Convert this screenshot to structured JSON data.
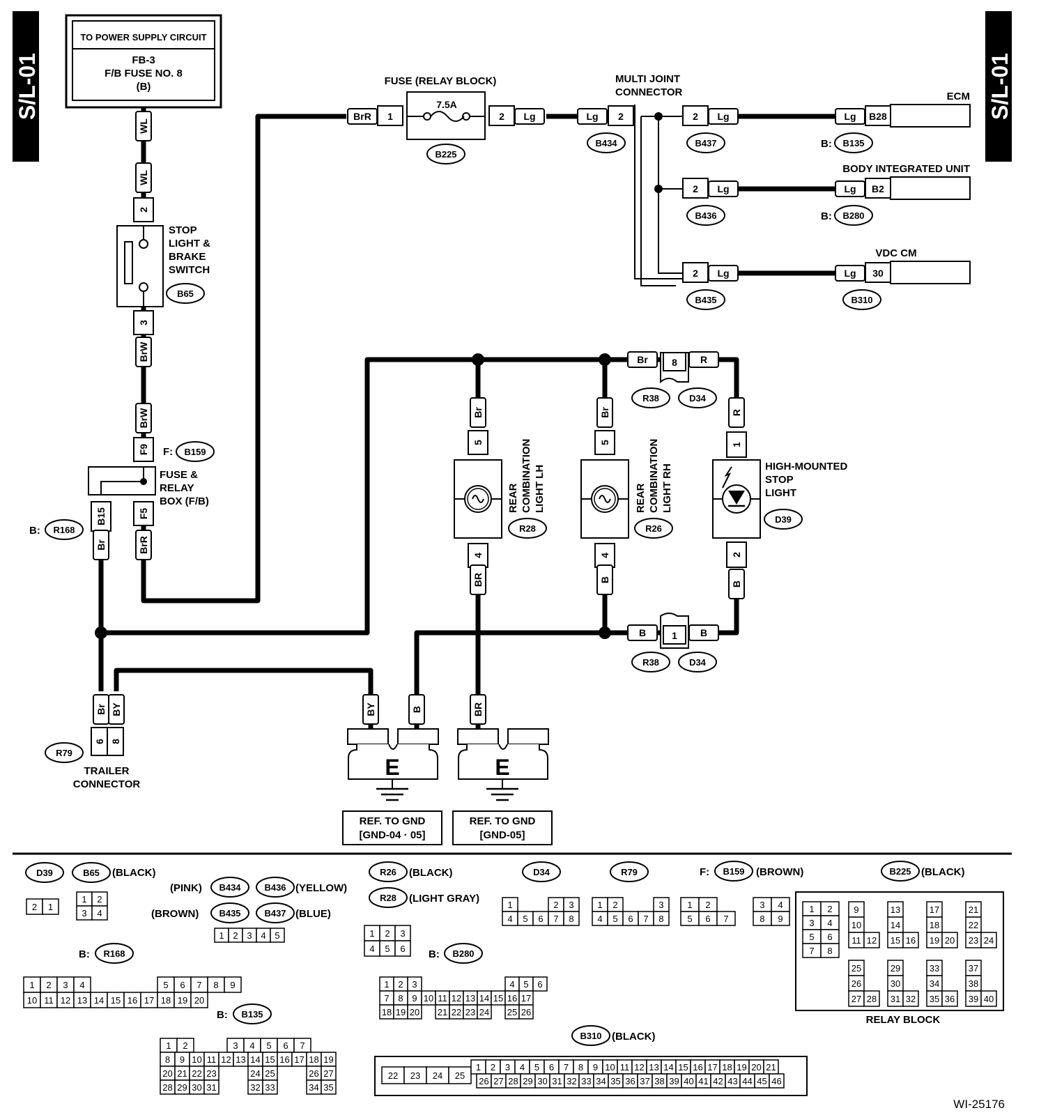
{
  "page": {
    "side_tag_left": "S/L-01",
    "side_tag_right": "S/L-01",
    "figure_id": "WI-25176"
  },
  "power": {
    "box_top": "TO POWER SUPPLY CIRCUIT",
    "box_line1": "FB-3",
    "box_line2": "F/B FUSE NO. 8",
    "box_line3": "(B)"
  },
  "stop_switch": {
    "label": [
      "STOP",
      "LIGHT &",
      "BRAKE",
      "SWITCH"
    ],
    "code": "B65",
    "pin_top": "2",
    "pin_bottom": "3",
    "wire_top_a": "WL",
    "wire_top_b": "WL",
    "wire_bottom_a": "BrW",
    "wire_bottom_b": "BrW"
  },
  "fuse_box": {
    "label": [
      "FUSE &",
      "RELAY",
      "BOX (F/B)"
    ],
    "f_prefix": "F:",
    "f_code": "B159",
    "b_prefix": "B:",
    "b_code": "R168",
    "pin_f9": "F9",
    "pin_f5": "F5",
    "pin_b15": "B15",
    "wire_f5": "BrR",
    "wire_b15": "Br"
  },
  "fuse": {
    "title": "FUSE (RELAY BLOCK)",
    "rating": "7.5A",
    "code": "B225",
    "wire_in": "BrR",
    "pin_in": "1",
    "pin_out": "2",
    "wire_out": "Lg"
  },
  "multi_joint": {
    "title": [
      "MULTI JOINT",
      "CONNECTOR"
    ],
    "in_wire": "Lg",
    "in_pin": "2",
    "in_code": "B434",
    "branches": [
      {
        "pin": "2",
        "wire": "Lg",
        "code": "B437",
        "dest_wire": "Lg",
        "dest_pin": "B28",
        "dest_prefix": "B:",
        "dest_code": "B135",
        "dest_name": "ECM"
      },
      {
        "pin": "2",
        "wire": "Lg",
        "code": "B436",
        "dest_wire": "Lg",
        "dest_pin": "B2",
        "dest_prefix": "B:",
        "dest_code": "B280",
        "dest_name": "BODY INTEGRATED UNIT"
      },
      {
        "pin": "2",
        "wire": "Lg",
        "code": "B435",
        "dest_wire": "Lg",
        "dest_pin": "30",
        "dest_prefix": "",
        "dest_code": "B310",
        "dest_name": "VDC CM"
      }
    ]
  },
  "lights": {
    "top_inline": {
      "wire_left": "Br",
      "pin": "8",
      "wire_right": "R",
      "codes": [
        "R38",
        "D34"
      ]
    },
    "bottom_inline": {
      "wire_left": "B",
      "pin": "1",
      "wire_right": "B",
      "codes": [
        "R38",
        "D34"
      ]
    },
    "lh": {
      "label": [
        "REAR",
        "COMBINATION",
        "LIGHT LH"
      ],
      "code": "R28",
      "wire_top": "Br",
      "pin_top": "5",
      "pin_bottom": "4",
      "wire_bottom": "BR"
    },
    "rh": {
      "label": [
        "REAR",
        "COMBINATION",
        "LIGHT RH"
      ],
      "code": "R26",
      "wire_top": "Br",
      "pin_top": "5",
      "pin_bottom": "4",
      "wire_bottom": "B"
    },
    "hmsl": {
      "label": [
        "HIGH-MOUNTED",
        "STOP",
        "LIGHT"
      ],
      "code": "D39",
      "wire_top": "R",
      "pin_top": "1",
      "pin_bottom": "2",
      "wire_bottom": "B"
    }
  },
  "trailer": {
    "code": "R79",
    "label": [
      "TRAILER",
      "CONNECTOR"
    ],
    "wire_a": "Br",
    "wire_b": "BY",
    "pin_a": "6",
    "pin_b": "8"
  },
  "grounds": [
    {
      "letter": "E",
      "wires": [
        "BY",
        "B"
      ],
      "ref": [
        "REF. TO GND",
        "[GND-04 · 05]"
      ]
    },
    {
      "letter": "E",
      "wires": [
        "BR"
      ],
      "ref": [
        "REF. TO GND",
        "[GND-05]"
      ]
    }
  ],
  "legend": {
    "d39": "D39",
    "b65": "B65",
    "b65_color": "(BLACK)",
    "pink": "(PINK)",
    "b434": "B434",
    "b436": "B436",
    "yellow": "(YELLOW)",
    "brown": "(BROWN)",
    "b435": "B435",
    "b437": "B437",
    "blue": "(BLUE)",
    "r168_prefix": "B:",
    "r168": "R168",
    "b135_prefix": "B:",
    "b135": "B135",
    "r26": "R26",
    "r26_color": "(BLACK)",
    "r28": "R28",
    "r28_color": "(LIGHT GRAY)",
    "b280_prefix": "B:",
    "b280": "B280",
    "d34": "D34",
    "r79": "R79",
    "b159_prefix": "F:",
    "b159": "B159",
    "b159_color": "(BROWN)",
    "b225": "B225",
    "b225_color": "(BLACK)",
    "relay_block": "RELAY BLOCK",
    "b310": "B310",
    "b310_color": "(BLACK)"
  }
}
